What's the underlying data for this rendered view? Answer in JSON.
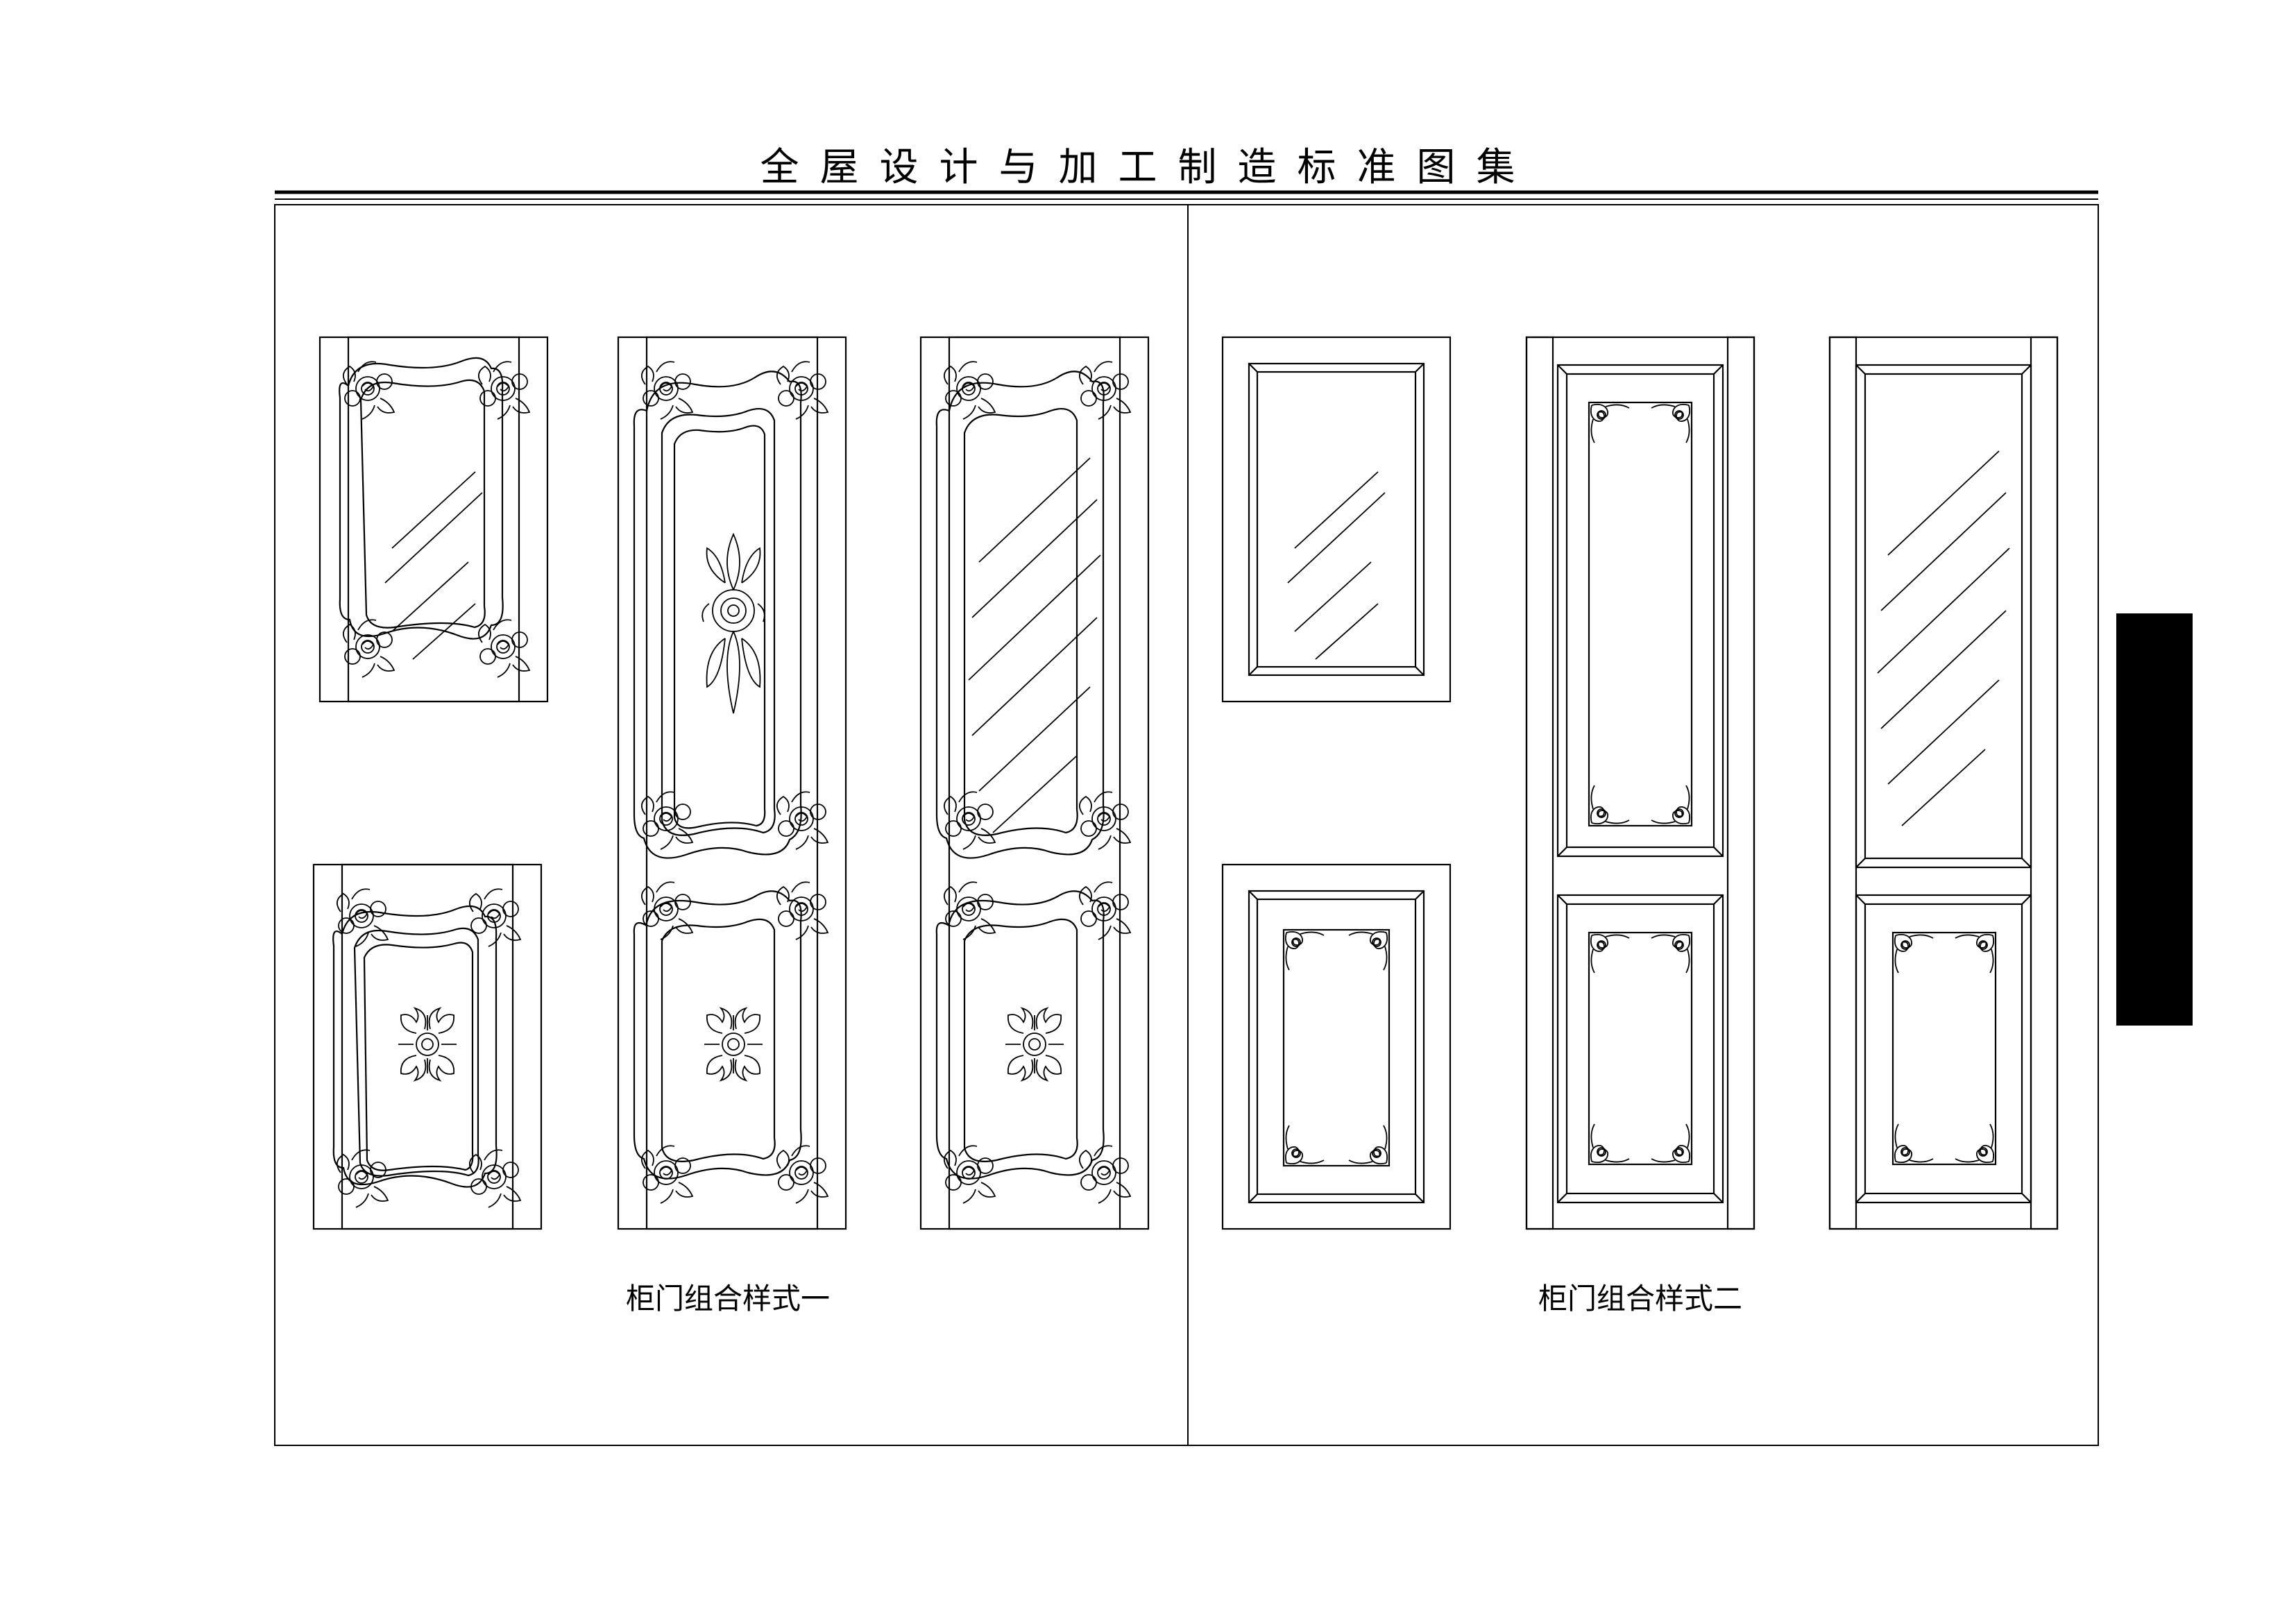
{
  "header": {
    "title": "全屋设计与加工制造标准图集"
  },
  "groups": [
    {
      "caption": "柜门组合样式一"
    },
    {
      "caption": "柜门组合样式二"
    }
  ]
}
